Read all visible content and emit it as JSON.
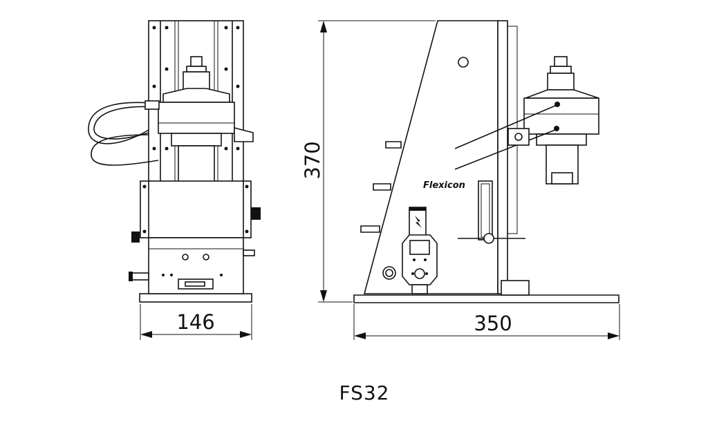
{
  "dimensions": {
    "front_width": "146",
    "side_width": "350",
    "height": "370"
  },
  "caption": "FS32",
  "brand_logo": "Flexicon",
  "icons": {
    "hazard": "lightning-warning-icon",
    "control": "control-box-icon"
  }
}
